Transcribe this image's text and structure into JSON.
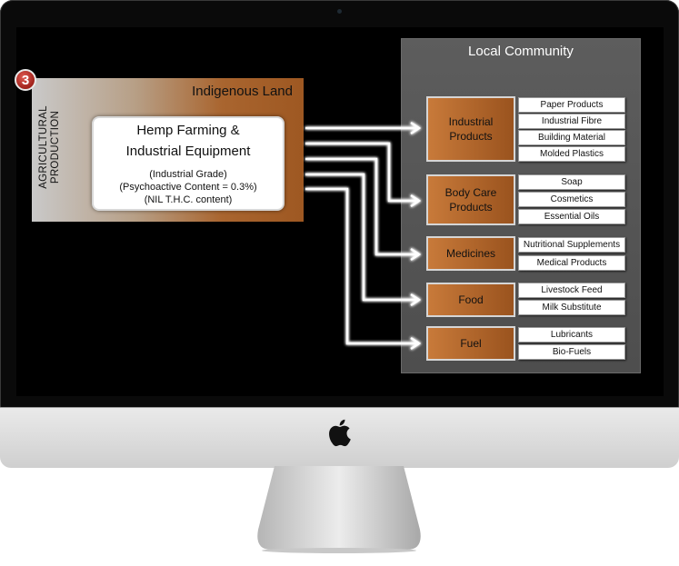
{
  "step_number": "3",
  "indigenous_land": {
    "title": "Indigenous Land",
    "side_label_line1": "AGRICULTURAL",
    "side_label_line2": "PRODUCTION"
  },
  "hemp": {
    "title_line1": "Hemp Farming &",
    "title_line2": "Industrial Equipment",
    "line1": "(Industrial Grade)",
    "line2": "(Psychoactive Content = 0.3%)",
    "line3": "(NIL T.H.C. content)"
  },
  "local_community": {
    "title": "Local Community",
    "categories": [
      {
        "label": "Industrial Products",
        "items": [
          "Paper Products",
          "Industrial Fibre",
          "Building Material",
          "Molded Plastics"
        ]
      },
      {
        "label": "Body Care Products",
        "items": [
          "Soap",
          "Cosmetics",
          "Essential Oils"
        ]
      },
      {
        "label": "Medicines",
        "items": [
          "Nutritional Supplements",
          "Medical Products"
        ]
      },
      {
        "label": "Food",
        "items": [
          "Livestock Feed",
          "Milk Substitute"
        ]
      },
      {
        "label": "Fuel",
        "items": [
          "Lubricants",
          "Bio-Fuels"
        ]
      }
    ]
  },
  "colors": {
    "category_fill": "#b0662c",
    "arrow": "#ffffff",
    "panel": "#555555",
    "badge": "#c0392b"
  },
  "icons": [
    "apple-logo-icon"
  ]
}
